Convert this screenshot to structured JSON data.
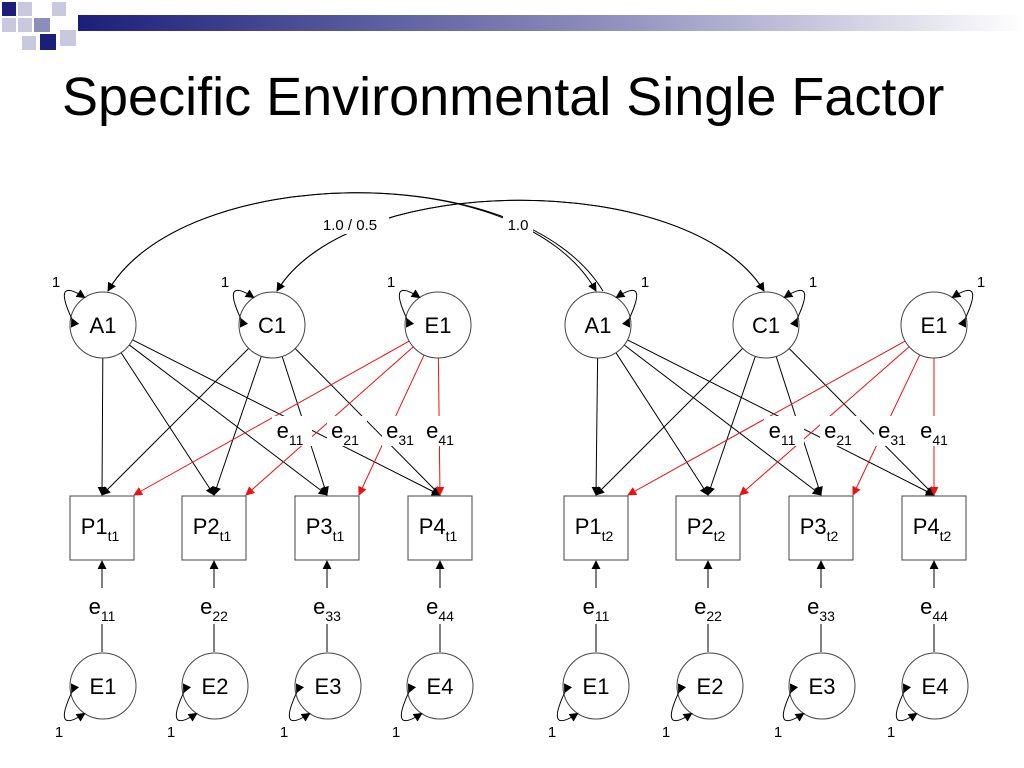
{
  "title": "Specific Environmental Single Factor",
  "diagram": {
    "curve_labels": {
      "ac_covariance": "1.0 / 0.5",
      "c_covariance": "1.0"
    },
    "variance_label": "1",
    "twin1": {
      "latent": [
        "A1",
        "C1",
        "E1"
      ],
      "residual_labels": [
        {
          "base": "e",
          "sub": "11"
        },
        {
          "base": "e",
          "sub": "21"
        },
        {
          "base": "e",
          "sub": "31"
        },
        {
          "base": "e",
          "sub": "41"
        }
      ],
      "observed": [
        {
          "base": "P1",
          "sub": "t1"
        },
        {
          "base": "P2",
          "sub": "t1"
        },
        {
          "base": "P3",
          "sub": "t1"
        },
        {
          "base": "P4",
          "sub": "t1"
        }
      ],
      "error_labels": [
        {
          "base": "e",
          "sub": "11"
        },
        {
          "base": "e",
          "sub": "22"
        },
        {
          "base": "e",
          "sub": "33"
        },
        {
          "base": "e",
          "sub": "44"
        }
      ],
      "errors": [
        "E1",
        "E2",
        "E3",
        "E4"
      ]
    },
    "twin2": {
      "latent": [
        "A1",
        "C1",
        "E1"
      ],
      "residual_labels": [
        {
          "base": "e",
          "sub": "11"
        },
        {
          "base": "e",
          "sub": "21"
        },
        {
          "base": "e",
          "sub": "31"
        },
        {
          "base": "e",
          "sub": "41"
        }
      ],
      "observed": [
        {
          "base": "P1",
          "sub": "t2"
        },
        {
          "base": "P2",
          "sub": "t2"
        },
        {
          "base": "P3",
          "sub": "t2"
        },
        {
          "base": "P4",
          "sub": "t2"
        }
      ],
      "error_labels": [
        {
          "base": "e",
          "sub": "11"
        },
        {
          "base": "e",
          "sub": "22"
        },
        {
          "base": "e",
          "sub": "33"
        },
        {
          "base": "e",
          "sub": "44"
        }
      ],
      "errors": [
        "E1",
        "E2",
        "E3",
        "E4"
      ]
    },
    "colors": {
      "specific_path": "#ee1111",
      "line": "#000000",
      "deco_navy": "#1c1f7a"
    }
  }
}
